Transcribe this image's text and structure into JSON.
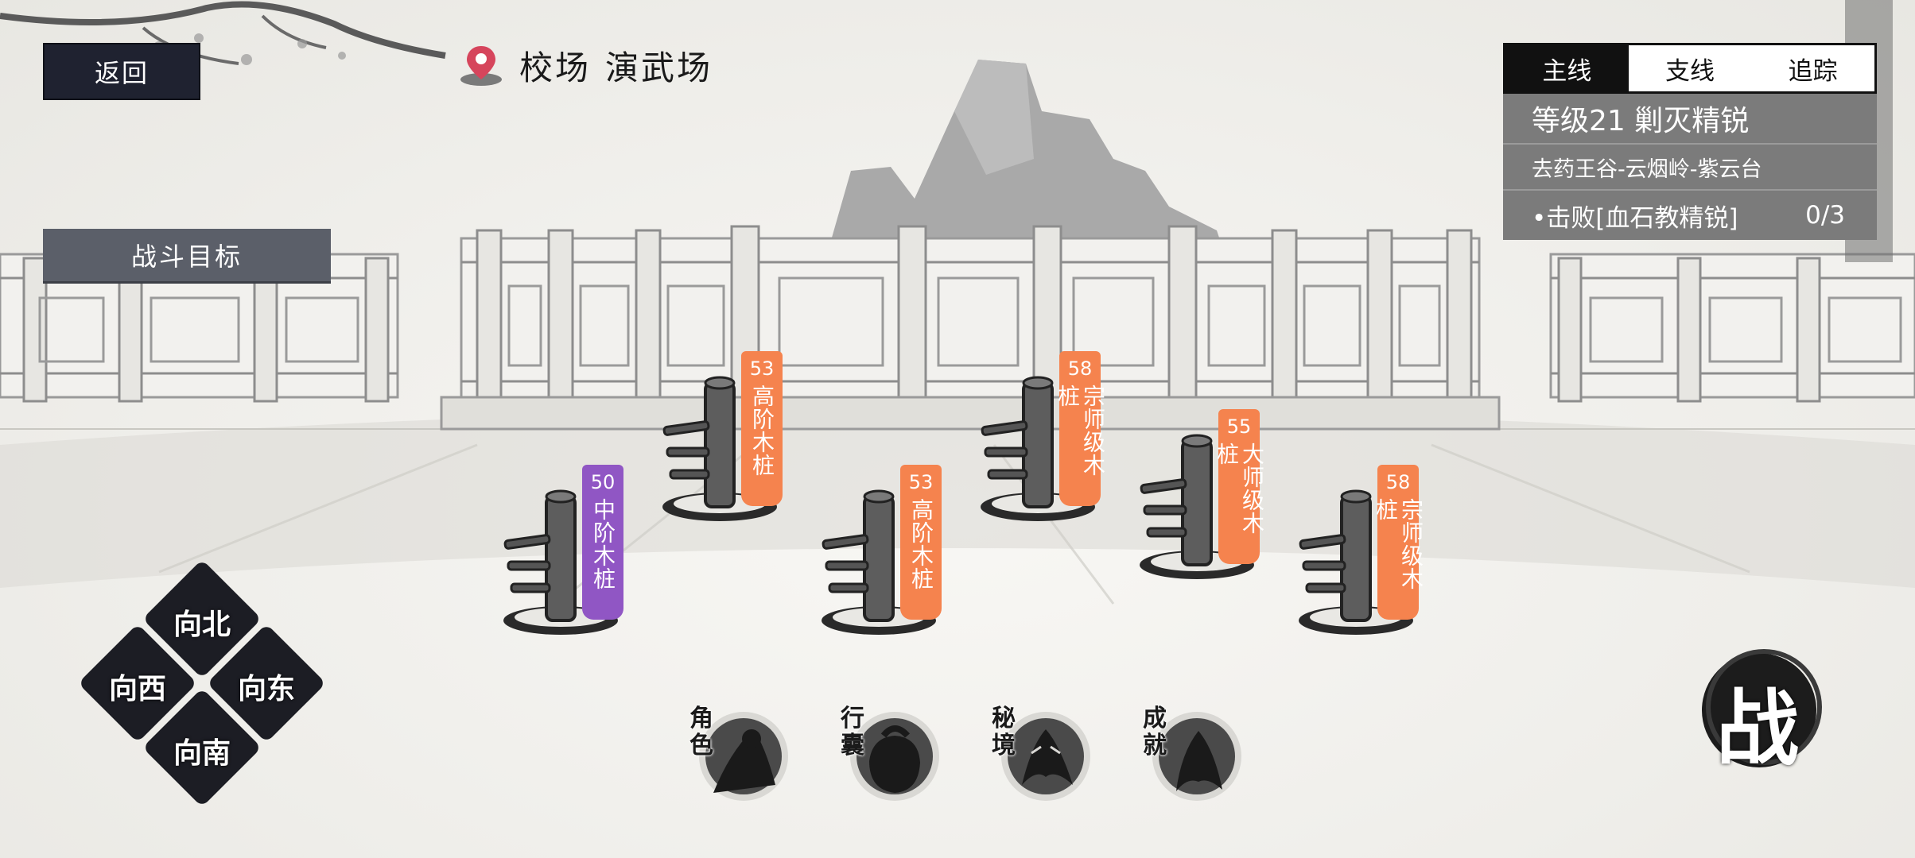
{
  "header": {
    "back_label": "返回",
    "location_area": "校场",
    "location_place": "演武场",
    "battle_goal_label": "战斗目标"
  },
  "quest": {
    "tabs": [
      {
        "label": "主线",
        "active": true
      },
      {
        "label": "支线",
        "active": false
      },
      {
        "label": "追踪",
        "active": false
      }
    ],
    "title": "等级21 剿灭精锐",
    "route": "去药王谷-云烟岭-紫云台",
    "objective": "•击败[血石教精锐]",
    "progress": "0/3"
  },
  "posts": [
    {
      "level": "50",
      "name": "中阶木桩",
      "color": "purple"
    },
    {
      "level": "53",
      "name": "高阶木桩",
      "color": "orange"
    },
    {
      "level": "53",
      "name": "高阶木桩",
      "color": "orange"
    },
    {
      "level": "58",
      "name": "宗师级木桩",
      "color": "orange"
    },
    {
      "level": "55",
      "name": "大师级木桩",
      "color": "orange"
    },
    {
      "level": "58",
      "name": "宗师级木桩",
      "color": "orange"
    }
  ],
  "directions": {
    "north": "向北",
    "west": "向西",
    "east": "向东",
    "south": "向南"
  },
  "menu": [
    {
      "label": "角色",
      "icon": "character-icon"
    },
    {
      "label": "行囊",
      "icon": "bag-icon"
    },
    {
      "label": "秘境",
      "icon": "secret-realm-icon"
    },
    {
      "label": "成就",
      "icon": "achievement-icon"
    }
  ],
  "fight_label": "战",
  "colors": {
    "orange": "#f5834e",
    "purple": "#9056c4",
    "dark_button": "#1f2230",
    "quest_panel": "#7b7b7b"
  }
}
